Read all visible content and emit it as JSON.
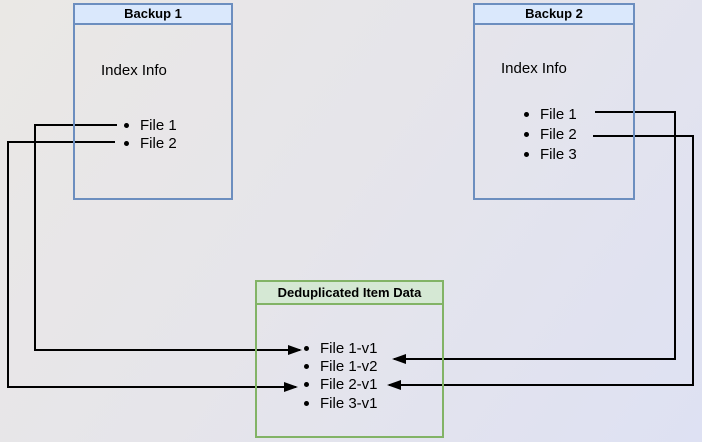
{
  "backup1": {
    "title": "Backup 1",
    "index_label": "Index Info",
    "files": [
      "File 1",
      "File 2"
    ]
  },
  "backup2": {
    "title": "Backup 2",
    "index_label": "Index Info",
    "files": [
      "File 1",
      "File 2",
      "File 3"
    ]
  },
  "dedup": {
    "title": "Deduplicated Item Data",
    "items": [
      "File 1-v1",
      "File 1-v2",
      "File 2-v1",
      "File 3-v1"
    ]
  },
  "edges": [
    {
      "from": "Backup 1 / File 1",
      "to": "File 1-v1"
    },
    {
      "from": "Backup 1 / File 2",
      "to": "File 2-v1"
    },
    {
      "from": "Backup 2 / File 1",
      "to": "File 1-v2"
    },
    {
      "from": "Backup 2 / File 2",
      "to": "File 2-v1"
    }
  ],
  "colors": {
    "backup_border": "#6c8ebf",
    "backup_header_bg": "#dae8fc",
    "dedup_border": "#82b366",
    "dedup_header_bg": "#d5e8d4",
    "connector": "#000000",
    "text": "#000000",
    "background_top_left": "#eae8e5",
    "background_bottom_right": "#dee1f3"
  }
}
